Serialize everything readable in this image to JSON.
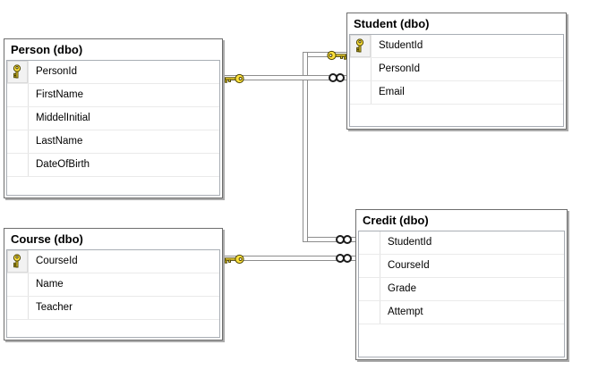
{
  "diagram": {
    "kind": "database-diagram",
    "colors": {
      "background": "#ffffff",
      "node_border": "#6e6e6e",
      "node_shadow": "#ababab",
      "grid_border": "#a9aeb5",
      "row_separator": "#eaeaea",
      "connector_edge": "#8d8d8d",
      "key_yellow": "#ffe13d",
      "text": "#000000"
    },
    "tables": [
      {
        "id": "person",
        "title": "Person (dbo)",
        "columns": [
          {
            "name": "PersonId",
            "is_primary_key": true
          },
          {
            "name": "FirstName",
            "is_primary_key": false
          },
          {
            "name": "MiddelInitial",
            "is_primary_key": false
          },
          {
            "name": "LastName",
            "is_primary_key": false
          },
          {
            "name": "DateOfBirth",
            "is_primary_key": false
          }
        ]
      },
      {
        "id": "student",
        "title": "Student (dbo)",
        "columns": [
          {
            "name": "StudentId",
            "is_primary_key": true
          },
          {
            "name": "PersonId",
            "is_primary_key": false
          },
          {
            "name": "Email",
            "is_primary_key": false
          }
        ]
      },
      {
        "id": "course",
        "title": "Course (dbo)",
        "columns": [
          {
            "name": "CourseId",
            "is_primary_key": true
          },
          {
            "name": "Name",
            "is_primary_key": false
          },
          {
            "name": "Teacher",
            "is_primary_key": false
          }
        ]
      },
      {
        "id": "credit",
        "title": "Credit (dbo)",
        "columns": [
          {
            "name": "StudentId",
            "is_primary_key": false
          },
          {
            "name": "CourseId",
            "is_primary_key": false
          },
          {
            "name": "Grade",
            "is_primary_key": false
          },
          {
            "name": "Attempt",
            "is_primary_key": false
          }
        ]
      }
    ],
    "relationships": [
      {
        "name": "person-student",
        "one_side": "Person",
        "many_side": "Student",
        "one_symbol": "key",
        "many_symbol": "infinity"
      },
      {
        "name": "student-credit",
        "one_side": "Student",
        "many_side": "Credit",
        "one_symbol": "key",
        "many_symbol": "infinity"
      },
      {
        "name": "course-credit",
        "one_side": "Course",
        "many_side": "Credit",
        "one_symbol": "key",
        "many_symbol": "infinity"
      }
    ]
  }
}
